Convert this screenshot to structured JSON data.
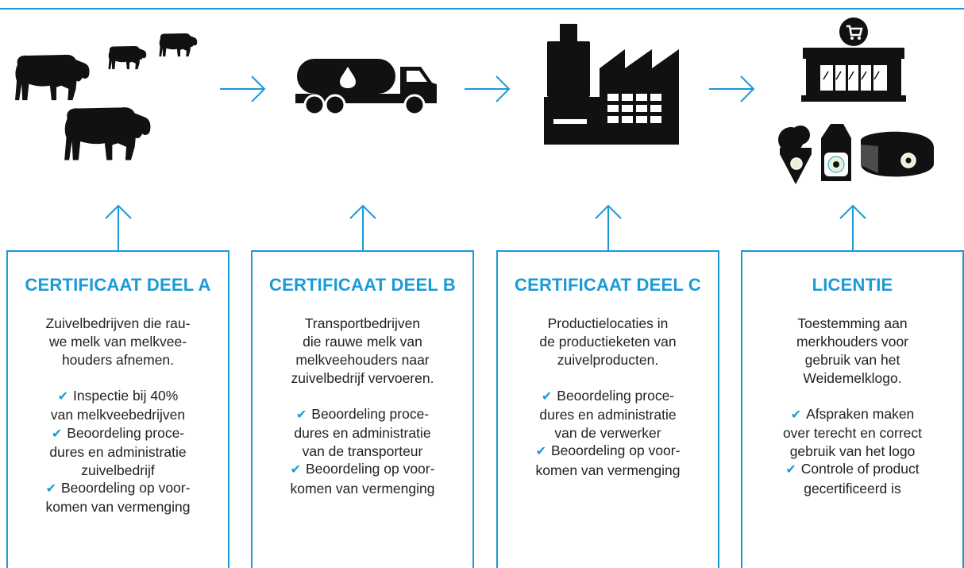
{
  "colors": {
    "accent": "#1a9ad6",
    "icon": "#111111",
    "text": "#222222"
  },
  "icons": [
    "cows-icon",
    "milk-tanker-truck-icon",
    "factory-icon",
    "supermarket-icon",
    "dairy-products-icon"
  ],
  "boxes": [
    {
      "title": "CERTIFICAAT DEEL A",
      "desc": [
        "Zuivelbedrijven die rau-",
        "we melk van melkvee-",
        "houders afnemen."
      ],
      "items": [
        [
          "Inspectie bij 40%",
          "van melkveebedrijven"
        ],
        [
          "Beoordeling proce-",
          "dures en administratie",
          "zuivelbedrijf"
        ],
        [
          "Beoordeling op voor-",
          "komen van vermenging"
        ]
      ]
    },
    {
      "title": "CERTIFICAAT DEEL B",
      "desc": [
        "Transportbedrijven",
        "die rauwe melk van",
        "melkveehouders naar",
        "zuivelbedrijf vervoeren."
      ],
      "items": [
        [
          "Beoordeling proce-",
          "dures en administratie",
          "van de transporteur"
        ],
        [
          "Beoordeling op voor-",
          "komen van vermenging"
        ]
      ]
    },
    {
      "title": "CERTIFICAAT DEEL C",
      "desc": [
        "Productielocaties in",
        "de productieketen van",
        "zuivelproducten."
      ],
      "items": [
        [
          "Beoordeling proce-",
          "dures en administratie",
          "van de verwerker"
        ],
        [
          "Beoordeling op voor-",
          "komen van vermenging"
        ]
      ]
    },
    {
      "title": "LICENTIE",
      "desc": [
        "Toestemming aan",
        "merkhouders voor",
        "gebruik van het",
        "Weidemelklogo."
      ],
      "items": [
        [
          "Afspraken maken",
          "over terecht en correct",
          "gebruik van het logo"
        ],
        [
          "Controle of product",
          "gecertificeerd is"
        ]
      ]
    }
  ]
}
